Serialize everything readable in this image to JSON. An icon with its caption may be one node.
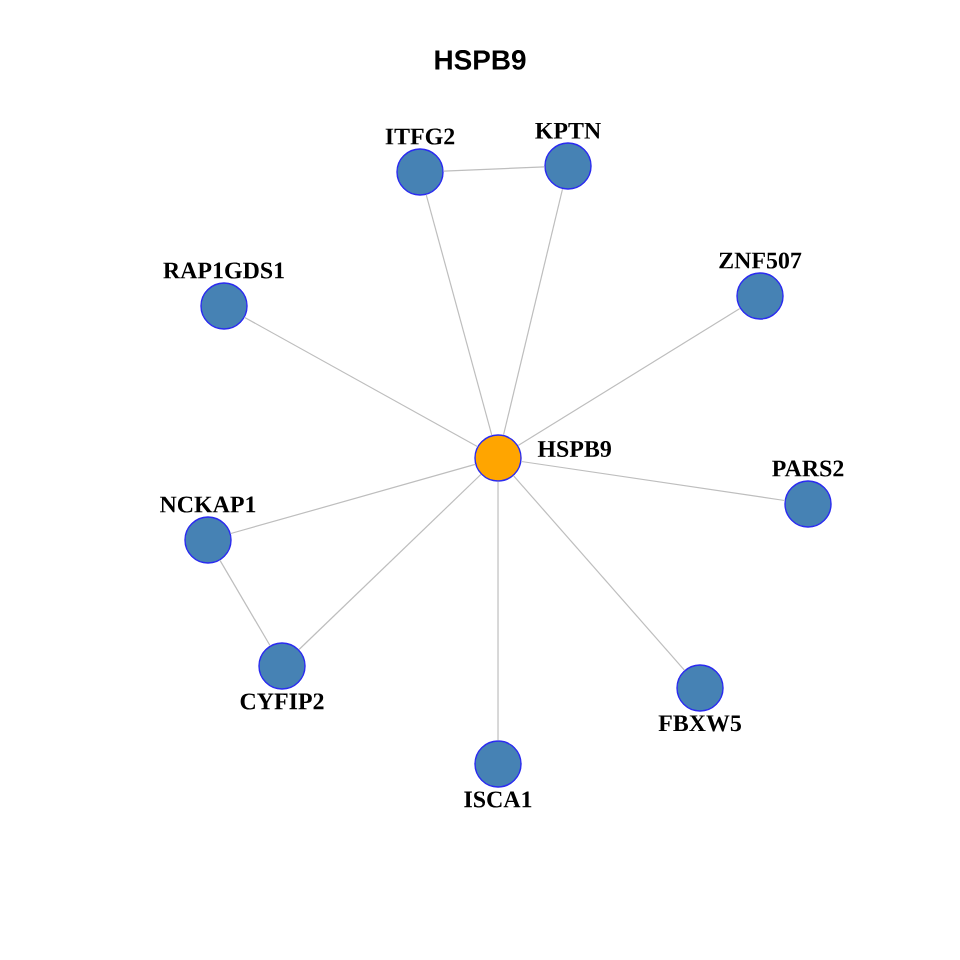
{
  "diagram": {
    "title": "HSPB9",
    "nodes": [
      {
        "text": [
          "ITFG2"
        ]
      },
      {
        "text": [
          "KPTN"
        ]
      },
      {
        "text": [
          "RAP1GDS1"
        ]
      },
      {
        "text": [
          "ZNF507"
        ]
      },
      {
        "text": [
          "HSPB9"
        ]
      },
      {
        "text": [
          "PARS2"
        ]
      },
      {
        "text": [
          "NCKAP1"
        ]
      },
      {
        "text": [
          "CYFIP2"
        ]
      },
      {
        "text": [
          "FBXW5"
        ]
      },
      {
        "text": [
          "ISCA1"
        ]
      }
    ],
    "edges": [
      {
        "from": 0,
        "to": 1,
        "arrow": "none"
      },
      {
        "from": 4,
        "to": 0,
        "arrow": "none"
      },
      {
        "from": 4,
        "to": 1,
        "arrow": "none"
      },
      {
        "from": 4,
        "to": 2,
        "arrow": "none"
      },
      {
        "from": 4,
        "to": 3,
        "arrow": "none"
      },
      {
        "from": 4,
        "to": 5,
        "arrow": "none"
      },
      {
        "from": 4,
        "to": 6,
        "arrow": "none"
      },
      {
        "from": 4,
        "to": 7,
        "arrow": "none"
      },
      {
        "from": 4,
        "to": 8,
        "arrow": "none"
      },
      {
        "from": 4,
        "to": 9,
        "arrow": "none"
      },
      {
        "from": 6,
        "to": 7,
        "arrow": "none"
      }
    ]
  }
}
